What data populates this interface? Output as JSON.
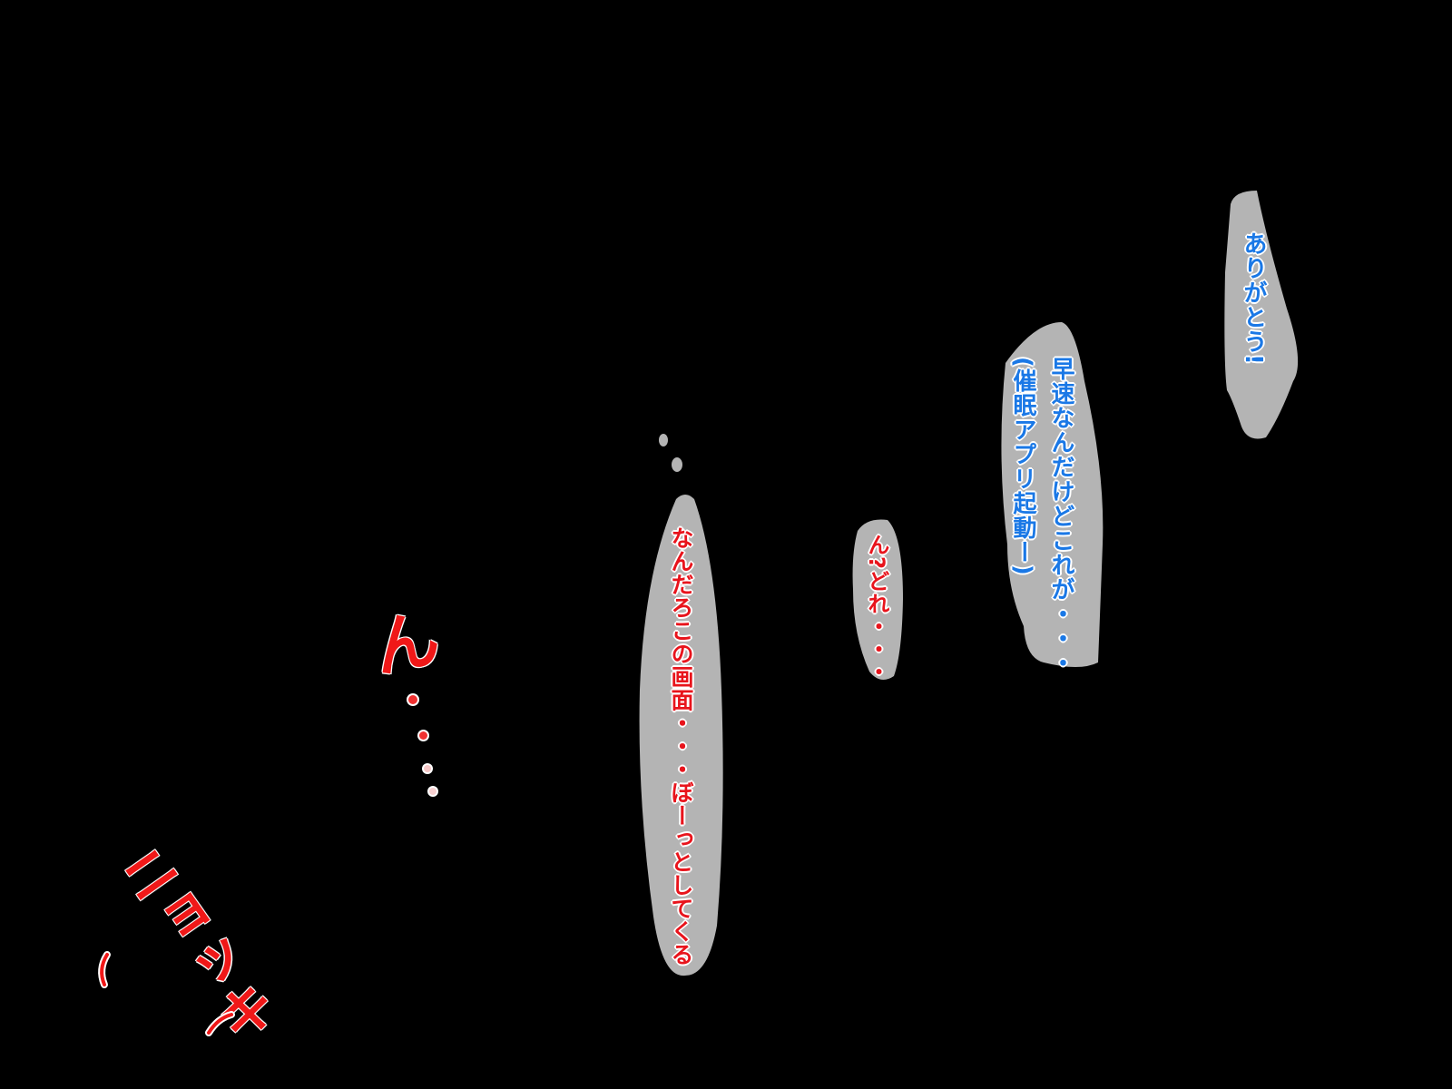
{
  "bubbles": [
    {
      "lines": [
        "ありがとう!"
      ],
      "color": "#1a78e6"
    },
    {
      "lines": [
        "早速なんだけどこれが・・・",
        "(催眠アプリ起動ー)"
      ],
      "color": "#1a78e6"
    },
    {
      "lines": [
        "ん?どれ・・・"
      ],
      "color": "#e8141c"
    },
    {
      "lines": [
        "なんだろこの画面・・・ぼーっとしてくる"
      ],
      "color": "#e8141c"
    }
  ],
  "sfx": {
    "hmm": "ん",
    "nyokki": "ニョッキ"
  },
  "colors": {
    "background": "#000000",
    "bubble": "#b4b4b4",
    "sfx": "#f01818"
  }
}
